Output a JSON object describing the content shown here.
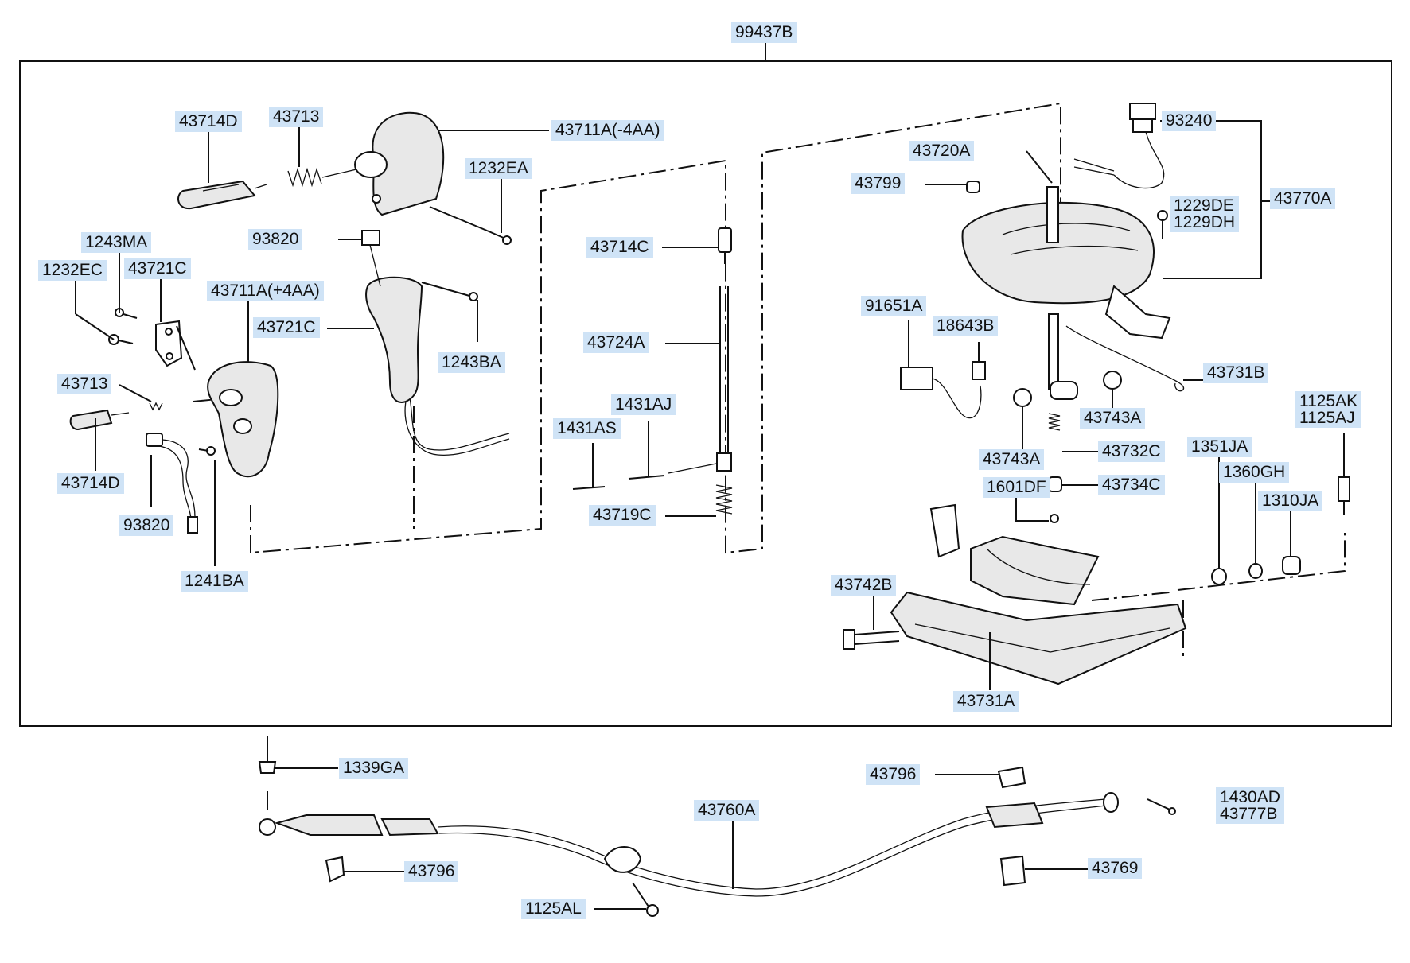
{
  "assembly_label": "99437B",
  "labels": {
    "l43714D_top": "43714D",
    "l43713_top": "43713",
    "l43711A_minus": "43711A(-4AA)",
    "l1232EA": "1232EA",
    "l93820_mid": "93820",
    "l1243MA": "1243MA",
    "l1232EC": "1232EC",
    "l43721C_left": "43721C",
    "l43711A_plus": "43711A(+4AA)",
    "l43721C_mid": "43721C",
    "l1243BA": "1243BA",
    "l43713_left": "43713",
    "l43714D_left": "43714D",
    "l93820_left": "93820",
    "l1241BA": "1241BA",
    "l43714C": "43714C",
    "l43724A": "43724A",
    "l1431AS": "1431AS",
    "l1431AJ": "1431AJ",
    "l43719C": "43719C",
    "l43720A": "43720A",
    "l43799": "43799",
    "l93240": "93240",
    "l43770A": "43770A",
    "l91651A": "91651A",
    "l18643B": "18643B",
    "l43731B": "43731B",
    "l43743A_right": "43743A",
    "l43743A_left": "43743A",
    "l43732C": "43732C",
    "l1601DF": "1601DF",
    "l43734C": "43734C",
    "l1351JA": "1351JA",
    "l1360GH": "1360GH",
    "l1310JA": "1310JA",
    "l43742B": "43742B",
    "l43731A": "43731A",
    "l1339GA": "1339GA",
    "l43796_top": "43796",
    "l43760A": "43760A",
    "l43796_left": "43796",
    "l1125AL": "1125AL",
    "l43769": "43769"
  },
  "double_labels": {
    "l1229": [
      "1229DE",
      "1229DH"
    ],
    "l1125AK": [
      "1125AK",
      "1125AJ"
    ],
    "l1430AD": [
      "1430AD",
      "43777B"
    ]
  },
  "colors": {
    "label_bg": "#cfe3f6",
    "line": "#111111"
  }
}
